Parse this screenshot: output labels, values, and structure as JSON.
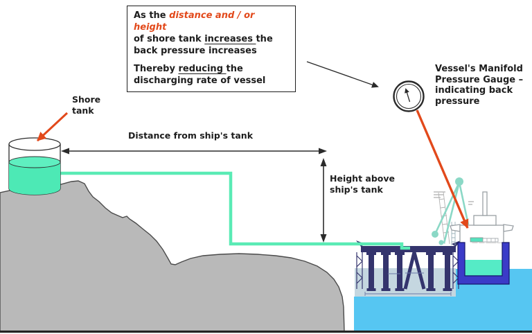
{
  "note_box": {
    "line1_prefix": "As the ",
    "line1_highlight": "distance and / or height",
    "line2_start": "of shore tank ",
    "line2_underlined": "increases ",
    "line2_end": "the",
    "line3": "back pressure increases",
    "line4_start": "Thereby ",
    "line4_underlined": "reducing ",
    "line4_end": "the",
    "line5": "discharging rate of vessel"
  },
  "labels": {
    "shore_tank_line1": "Shore",
    "shore_tank_line2": "tank",
    "distance": "Distance from ship's tank",
    "height_line1": "Height above",
    "height_line2": "ship's tank",
    "gauge_line1": "Vessel's Manifold",
    "gauge_line2": "Pressure Gauge –",
    "gauge_line3": "indicating back",
    "gauge_line4": "pressure"
  },
  "icons": {
    "pressure_gauge": "pressure-gauge-icon"
  },
  "colors": {
    "highlight_text": "#E2491B",
    "pointer_arrow": "#E2491B",
    "pipe": "#5AEBB5",
    "tank_liquid": "#4DE9B5",
    "sea": "#56C6F2",
    "land": "#B9B9B9",
    "jetty_drawing": "#34346D",
    "hull": "#3B3BC8"
  }
}
